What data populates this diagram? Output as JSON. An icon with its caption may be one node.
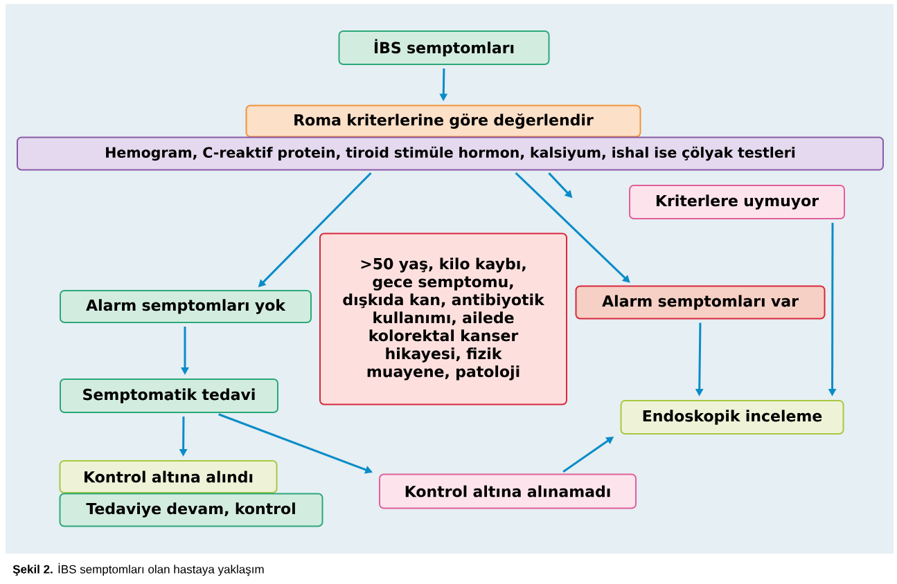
{
  "diagram": {
    "caption": "**Şekil 2.** İBS semptomları olan hastaya yaklaşım",
    "nodes": [
      {
        "text": [
          "İBS semptomları"
        ]
      },
      {
        "text": [
          "Roma kriterlerine göre değerlendir"
        ]
      },
      {
        "text": [
          "Hemogram, C-reaktif protein, tiroid stimüle hormon, kalsiyum, ishal ise çölyak testleri"
        ]
      },
      {
        "text": [
          "Kriterlere uymuyor"
        ]
      },
      {
        "text": [
          ">50 yaş, kilo kaybı, gece semptomu, dışkıda kan, antibiyotik kullanımı, ailede kolorektal kanser hikayesi, fizik muayene, patoloji"
        ]
      },
      {
        "text": [
          "Alarm semptomları yok"
        ]
      },
      {
        "text": [
          "Alarm semptomları var"
        ]
      },
      {
        "text": [
          "Semptomatik tedavi"
        ]
      },
      {
        "text": [
          "Endoskopik inceleme"
        ]
      },
      {
        "text": [
          "Kontrol altına alındı"
        ]
      },
      {
        "text": [
          "Tedaviye devam, kontrol"
        ]
      },
      {
        "text": [
          "Kontrol altına alınamadı"
        ]
      }
    ],
    "edges": [
      {
        "from": 0,
        "to": 1,
        "arrow": "to"
      },
      {
        "from": 2,
        "to": 5,
        "arrow": "to"
      },
      {
        "from": 2,
        "to": 6,
        "arrow": "to"
      },
      {
        "from": 2,
        "to": null,
        "arrow": "to"
      },
      {
        "from": 3,
        "to": 8,
        "arrow": "to"
      },
      {
        "from": 6,
        "to": 8,
        "arrow": "to"
      },
      {
        "from": 5,
        "to": 7,
        "arrow": "to"
      },
      {
        "from": 7,
        "to": 9,
        "arrow": "to"
      },
      {
        "from": 7,
        "to": 11,
        "arrow": "to"
      },
      {
        "from": 11,
        "to": 8,
        "arrow": "to"
      }
    ]
  }
}
